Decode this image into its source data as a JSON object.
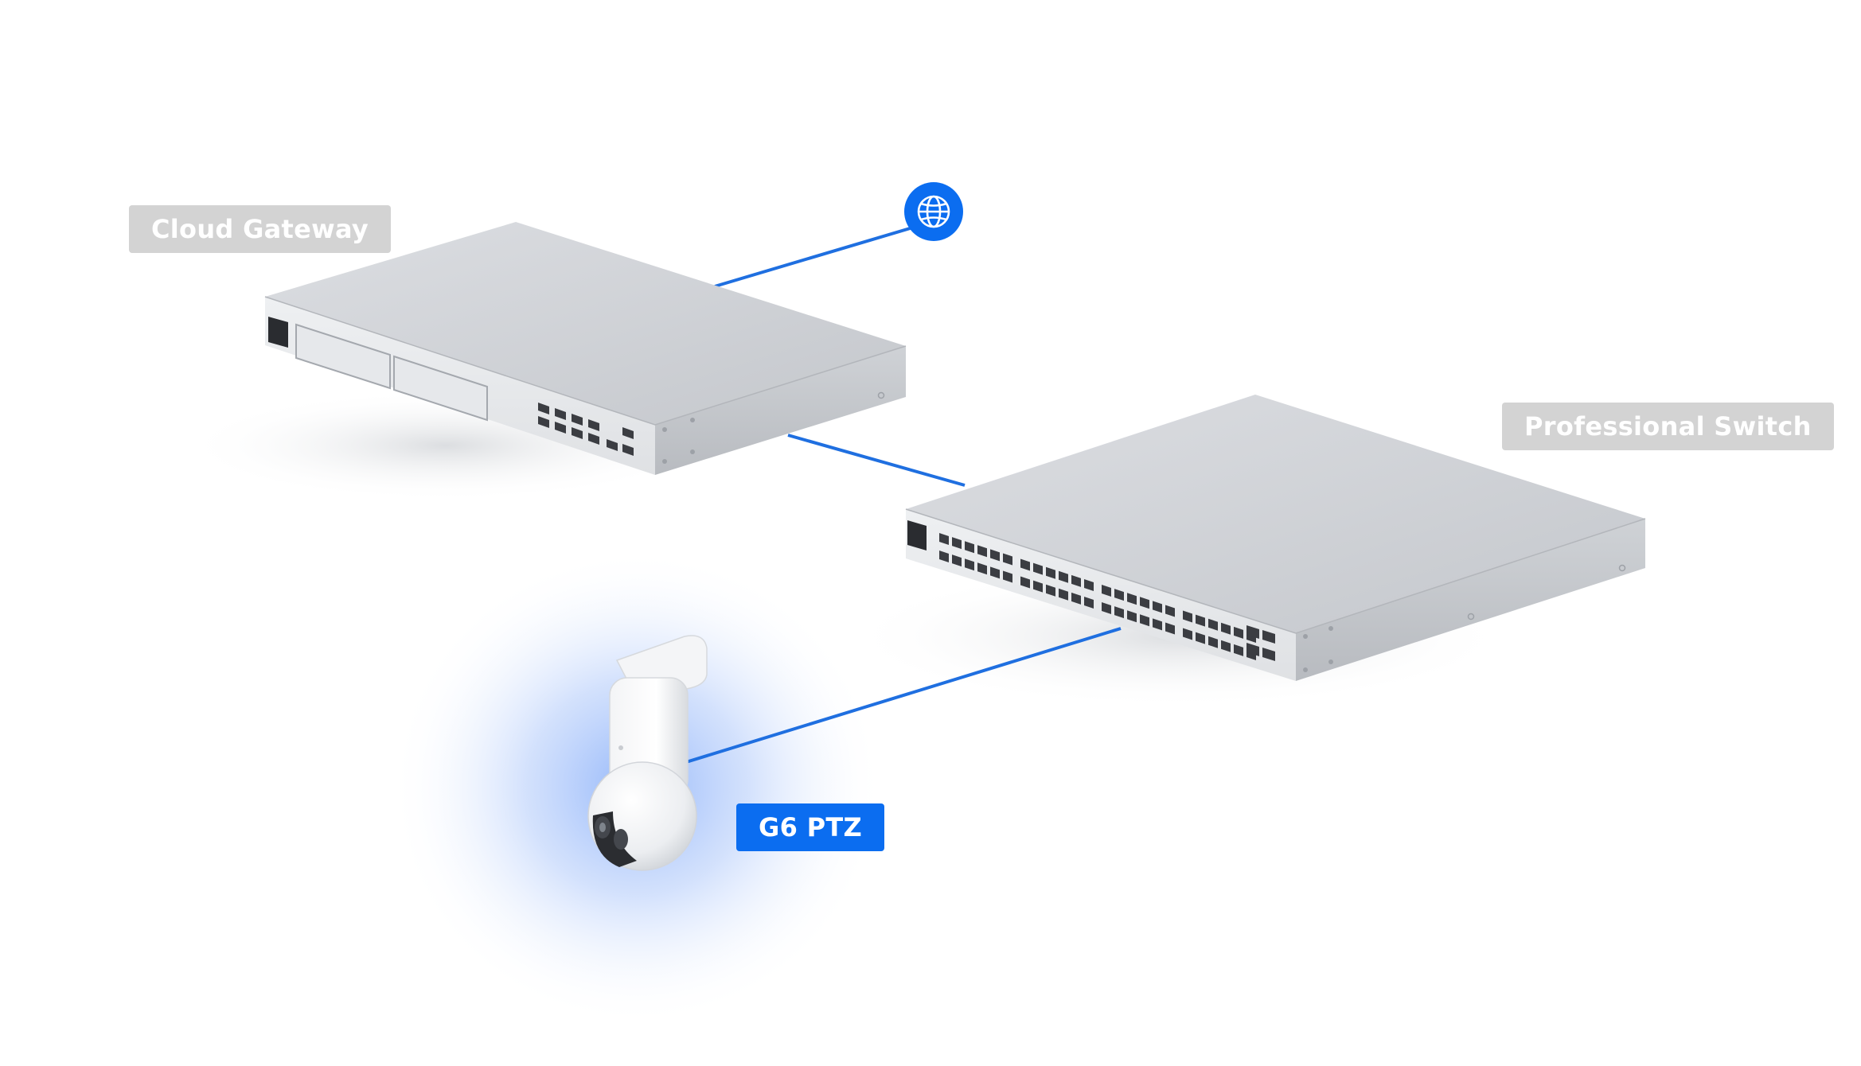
{
  "labels": {
    "gateway": "Cloud Gateway",
    "switch": "Professional Switch",
    "camera": "G6 PTZ"
  },
  "colors": {
    "link": "#1f6fe0",
    "label_gray": "#d3d3d3",
    "label_blue": "#0b6df0",
    "device_body": "#c9ccd1",
    "internet_node": "#0b6df0"
  },
  "icons": {
    "internet": "globe-icon"
  }
}
